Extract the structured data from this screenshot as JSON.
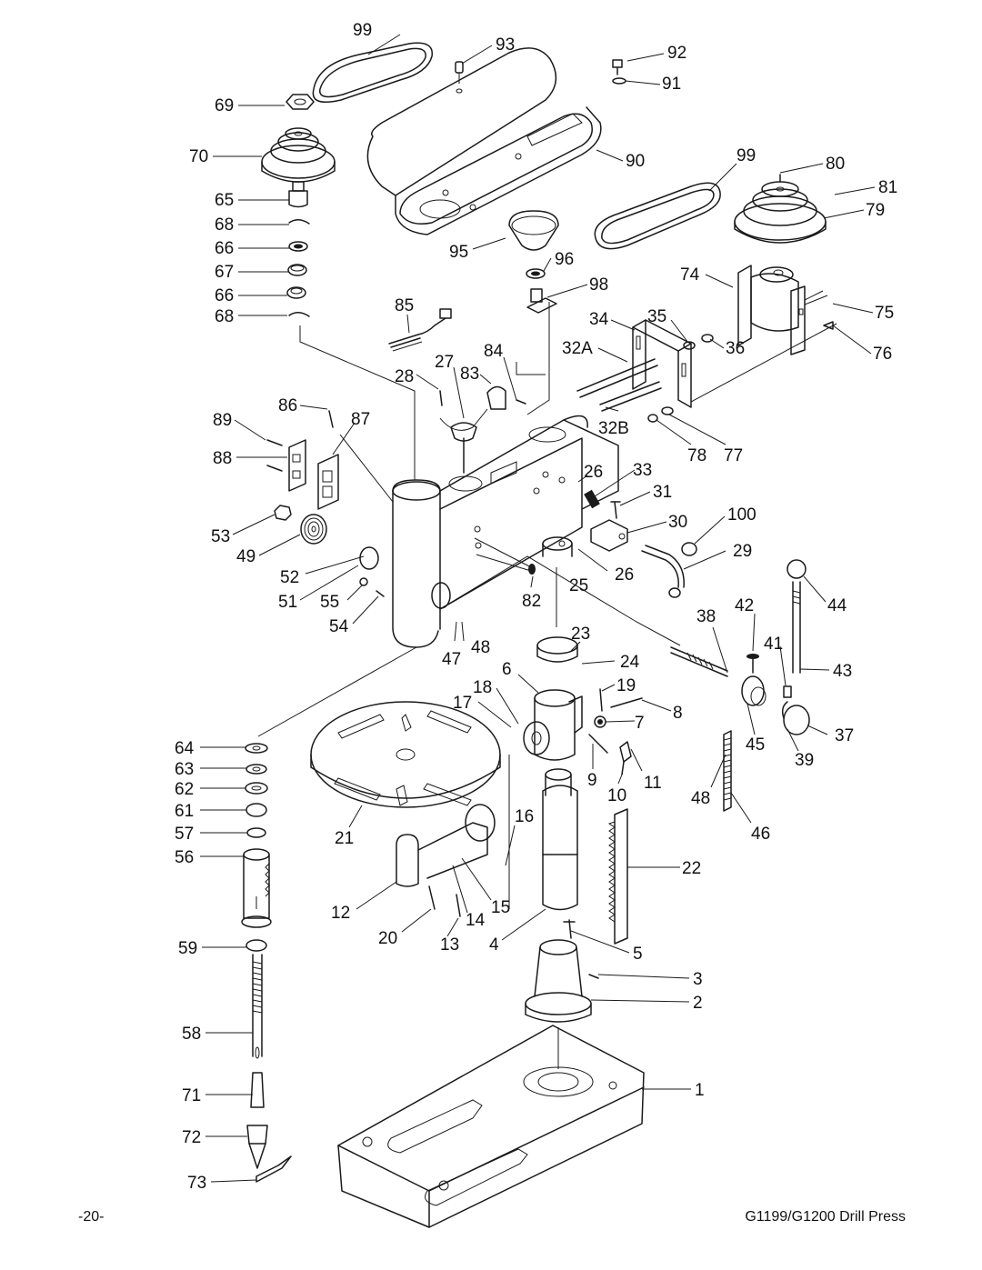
{
  "footer": {
    "page_number": "-20-",
    "title": "G1199/G1200 Drill Press"
  },
  "callouts": {
    "c99a": "99",
    "c93": "93",
    "c92": "92",
    "c91": "91",
    "c69": "69",
    "c90": "90",
    "c70": "70",
    "c99b": "99",
    "c80": "80",
    "c81": "81",
    "c79": "79",
    "c65": "65",
    "c68a": "68",
    "c66a": "66",
    "c95": "95",
    "c96": "96",
    "c67": "67",
    "c74": "74",
    "c66b": "66",
    "c98": "98",
    "c68b": "68",
    "c85": "85",
    "c34": "34",
    "c35": "35",
    "c75": "75",
    "c36": "36",
    "c76": "76",
    "c32a": "32A",
    "c27": "27",
    "c84": "84",
    "c83": "83",
    "c28": "28",
    "c86": "86",
    "c87": "87",
    "c89": "89",
    "c32b": "32B",
    "c88": "88",
    "c78": "78",
    "c77": "77",
    "c26a": "26",
    "c33": "33",
    "c31": "31",
    "c53": "53",
    "c30": "30",
    "c100": "100",
    "c49": "49",
    "c29": "29",
    "c52": "52",
    "c26b": "26",
    "c51": "51",
    "c55": "55",
    "c82": "82",
    "c25": "25",
    "c54": "54",
    "c44": "44",
    "c42": "42",
    "c38": "38",
    "c47": "47",
    "c48a": "48",
    "c23": "23",
    "c41": "41",
    "c24": "24",
    "c43": "43",
    "c6": "6",
    "c18": "18",
    "c19": "19",
    "c17": "17",
    "c8": "8",
    "c7": "7",
    "c64": "64",
    "c45": "45",
    "c37": "37",
    "c63": "63",
    "c39": "39",
    "c9": "9",
    "c11": "11",
    "c62": "62",
    "c10": "10",
    "c48b": "48",
    "c61": "61",
    "c21": "21",
    "c16": "16",
    "c46": "46",
    "c57": "57",
    "c56": "56",
    "c22": "22",
    "c12": "12",
    "c15": "15",
    "c14": "14",
    "c20": "20",
    "c13": "13",
    "c4": "4",
    "c59": "59",
    "c5": "5",
    "c3": "3",
    "c2": "2",
    "c58": "58",
    "c1": "1",
    "c71": "71",
    "c72": "72",
    "c73": "73"
  }
}
